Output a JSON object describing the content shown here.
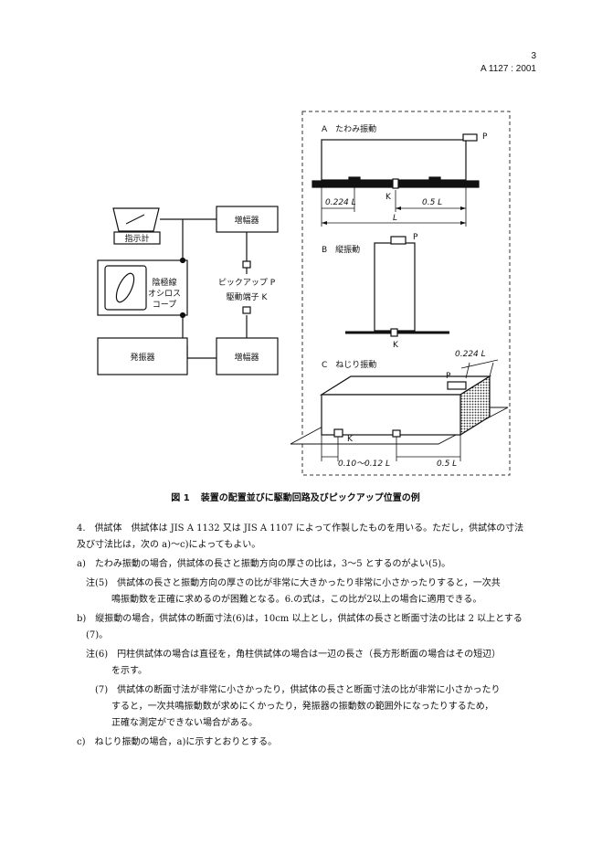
{
  "header": {
    "page_number": "3",
    "standard_code": "A 1127 : 2001"
  },
  "figure": {
    "left_block": {
      "indicator": "指示計",
      "amplifier_top": "増幅器",
      "oscilloscope": [
        "陰極線",
        "オシロス",
        "コープ"
      ],
      "pickup": "ピックアップ P",
      "drive_terminal": "駆動端子 K",
      "oscillator": "発振器",
      "amplifier_bottom": "増幅器"
    },
    "panel_a": {
      "title": "A　たわみ振動",
      "p": "P",
      "k": "K",
      "dim_left": "0.224 L",
      "dim_right": "0.5 L",
      "dim_total": "L"
    },
    "panel_b": {
      "title": "B　縦振動",
      "p": "P",
      "k": "K"
    },
    "panel_c": {
      "title": "C　ねじり振動",
      "p": "P",
      "k": "K",
      "dim_top": "0.224 L",
      "dim_left": "0.10～0.12 L",
      "dim_right": "0.5 L"
    },
    "caption_number": "図 1",
    "caption_text": "装置の配置並びに駆動回路及びピックアップ位置の例"
  },
  "section": {
    "line1": "4.　供試体　供試体は JIS A 1132 又は JIS A 1107 によって作製したものを用いる。ただし，供試体の寸法",
    "line2": "及び寸法比は，次の a)～c)によってもよい。",
    "a1": "a)　たわみ振動の場合，供試体の長さと振動方向の厚さの比は，3～5 とするのがよい(5)。",
    "note5_1": "注(5)　供試体の長さと振動方向の厚さの比が非常に大きかったり非常に小さかったりすると，一次共",
    "note5_2": "鳴振動数を正確に求めるのが困難となる。6.の式は，この比が2以上の場合に適用できる。",
    "b1": "b)　縦振動の場合，供試体の断面寸法(6)は，10cm 以上とし，供試体の長さと断面寸法の比は 2 以上とする",
    "b2": "(7)。",
    "note6_1": "注(6)　円柱供試体の場合は直径を，角柱供試体の場合は一辺の長さ（長方形断面の場合はその短辺）",
    "note6_2": "を示す。",
    "note7_1": "(7)　供試体の断面寸法が非常に小さかったり，供試体の長さと断面寸法の比が非常に小さかったり",
    "note7_2": "すると，一次共鳴振動数が求めにくかったり，発振器の振動数の範囲外になったりするため，",
    "note7_3": "正確な測定ができない場合がある。",
    "c1": "c)　ねじり振動の場合，a)に示すとおりとする。"
  }
}
